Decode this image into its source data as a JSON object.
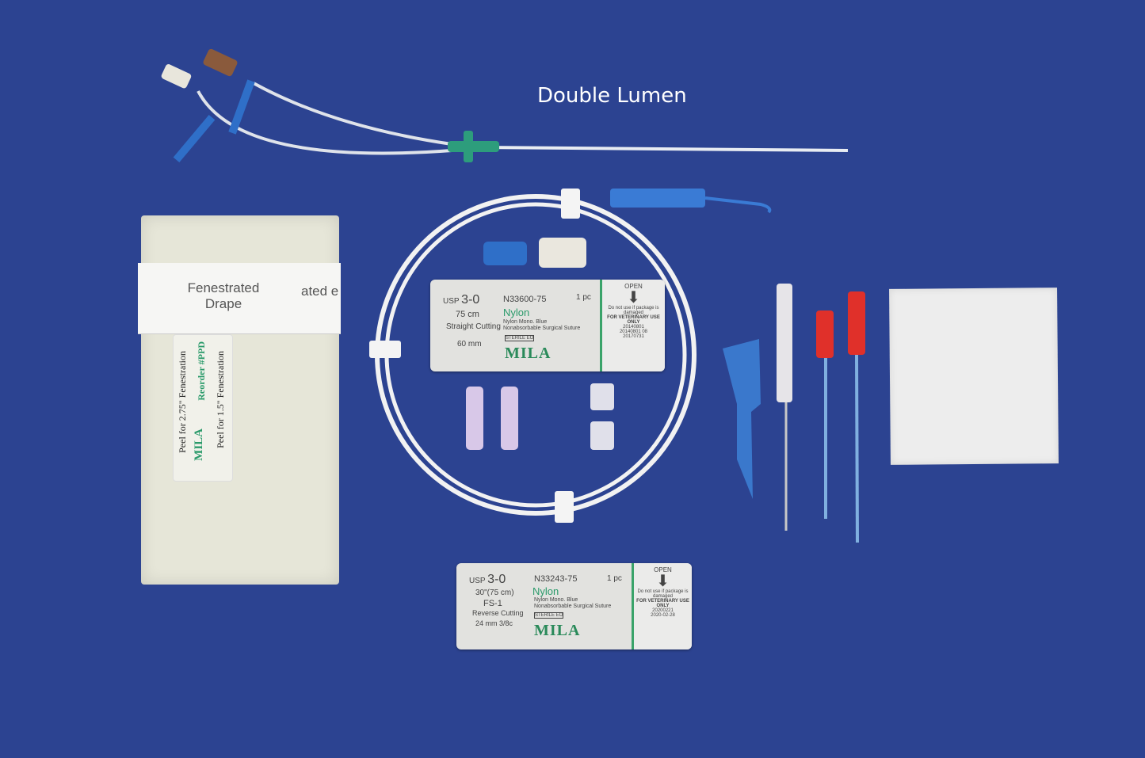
{
  "title": "Double Lumen",
  "drape": {
    "band_label": "Fenestrated Drape",
    "band_label_partial": "ated e",
    "peel_left": "Peel for 2.75\" Fenestration",
    "peel_right": "Peel for 1.5\" Fenestration",
    "reorder": "Reorder #PPD",
    "brand": "MILA"
  },
  "suture1": {
    "usp": "USP",
    "size": "3-0",
    "length": "75 cm",
    "needle": "Straight Cutting",
    "needle_size": "60 mm",
    "code": "N33600-75",
    "qty": "1 pc",
    "material": "Nylon",
    "desc1": "Nylon Mono. Blue",
    "desc2": "Nonabsorbable Surgical Suture",
    "sterile": "STERILE EO",
    "brand": "MILA",
    "open": "OPEN",
    "warn": "Do not use if package is damaged",
    "vet": "FOR VETERINARY USE ONLY",
    "lot": "20140801",
    "mfg": "20140801 08",
    "exp": "20170731"
  },
  "suture2": {
    "usp": "USP",
    "size": "3-0",
    "length": "30\"(75 cm)",
    "needle_code": "FS-1",
    "needle": "Reverse Cutting",
    "needle_size": "24 mm 3/8c",
    "code": "N33243-75",
    "qty": "1 pc",
    "material": "Nylon",
    "desc1": "Nylon Mono. Blue",
    "desc2": "Nonabsorbable Surgical Suture",
    "sterile": "STERILE EO",
    "brand": "MILA",
    "open": "OPEN",
    "warn": "Do not use if package is damaged",
    "vet": "FOR VETERINARY USE ONLY",
    "lot": "20200221",
    "mfg": "2020-02-28"
  }
}
